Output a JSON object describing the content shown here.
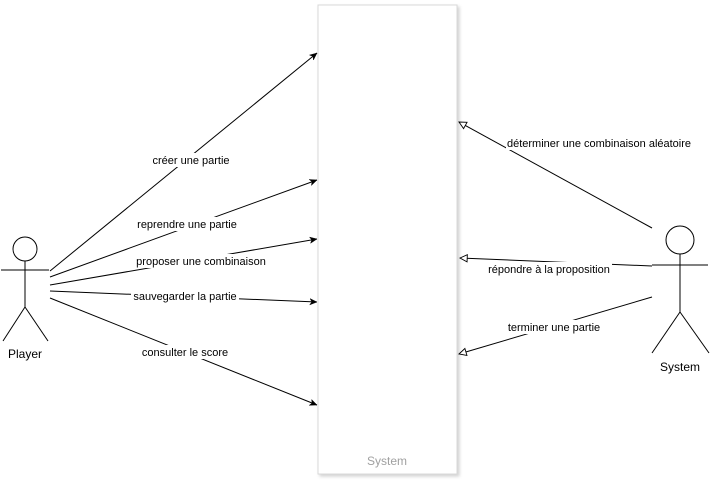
{
  "system_boundary": {
    "title": "System"
  },
  "actors": {
    "left": {
      "name": "Player"
    },
    "right": {
      "name": "System"
    }
  },
  "left_associations": [
    {
      "label": "créer une partie"
    },
    {
      "label": "reprendre une partie"
    },
    {
      "label": "proposer une combinaison"
    },
    {
      "label": "sauvegarder la partie"
    },
    {
      "label": "consulter le score"
    }
  ],
  "right_associations": [
    {
      "label": "déterminer une combinaison aléatoire"
    },
    {
      "label": "répondre à la proposition"
    },
    {
      "label": "terminer une partie"
    }
  ],
  "colors": {
    "lines": "#000000",
    "boundary_border": "#d9d9d9",
    "boundary_title": "#a0a0a0"
  }
}
